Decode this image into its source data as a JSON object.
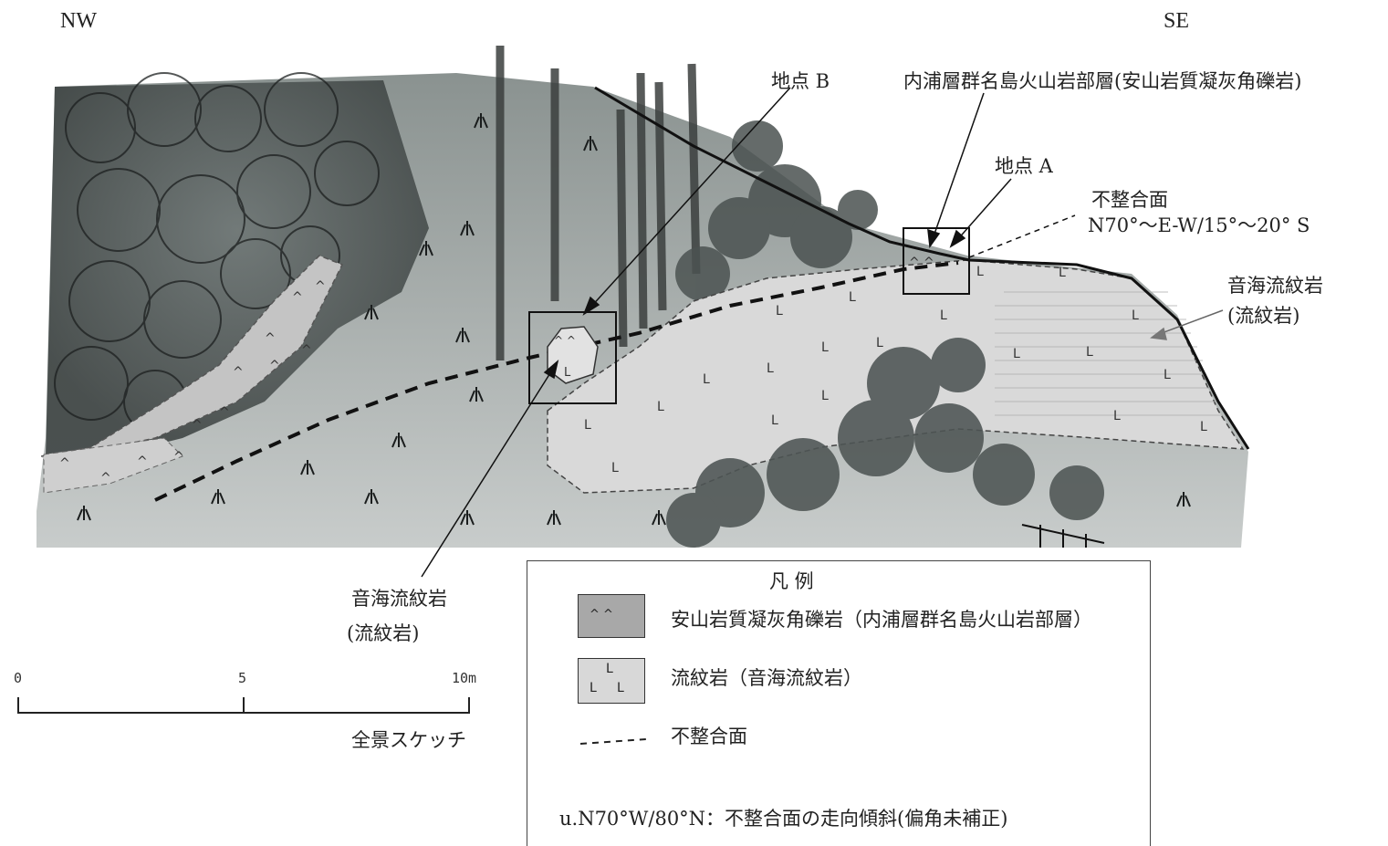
{
  "header": {
    "nw": "NW",
    "se": "SE"
  },
  "labels": {
    "point_b": "地点 B",
    "formation": "内浦層群名島火山岩部層(安山岩質凝灰角礫岩)",
    "point_a": "地点 A",
    "unconformity_title": "不整合面",
    "unconformity_attitude": "N70°～E-W/15°～20°  S",
    "rhyolite_right_1": "音海流紋岩",
    "rhyolite_right_2": "(流紋岩)",
    "rhyolite_left_1": "音海流紋岩",
    "rhyolite_left_2": "(流紋岩)"
  },
  "scale": {
    "tick_0": "0",
    "tick_5": "5",
    "tick_10": "10m",
    "caption": "全景スケッチ"
  },
  "legend": {
    "title": "凡        例",
    "andesite_label": "安山岩質凝灰角礫岩（内浦層群名島火山岩部層）",
    "andesite_symbol": "^   ^",
    "rhyolite_label": "流紋岩（音海流紋岩）",
    "rhyolite_symbol_top": "L",
    "rhyolite_symbol_bottom": "L     L",
    "unconformity_label": "不整合面",
    "note": "u.N70°W/80°N：不整合面の走向傾斜(偏角未補正)"
  },
  "colors": {
    "ground": "#7c8583",
    "vegetation": "#4f5655",
    "rhyolite": "#d9d9d9",
    "andesite": "#b5b5b5",
    "line": "#111111"
  }
}
